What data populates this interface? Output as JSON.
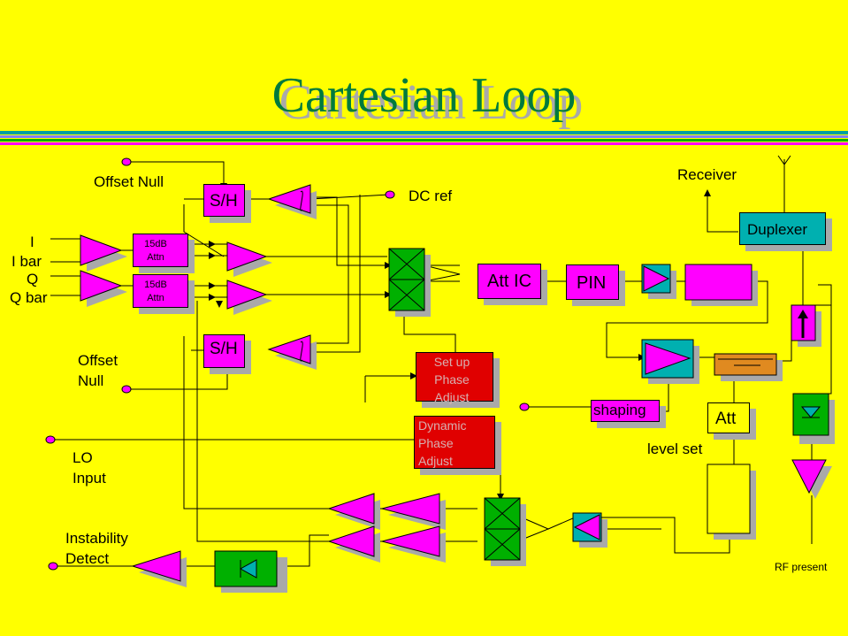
{
  "title": "Cartesian Loop",
  "labels": {
    "offset_null_top": "Offset Null",
    "i": "I",
    "i_bar": "I bar",
    "q": "Q",
    "q_bar": "Q bar",
    "offset_null_bottom": "Offset Null",
    "lo_input": "LO Input",
    "instability_detect": "Instability Detect",
    "receiver": "Receiver",
    "dc_ref": "DC ref",
    "level_set": "level set",
    "rf_present": "RF present"
  },
  "blocks": {
    "sh_top": "S/H",
    "sh_bottom": "S/H",
    "attn_top": "15dB Attn",
    "attn_bottom": "15dB Attn",
    "att_ic": "Att IC",
    "pin": "PIN",
    "duplexer": "Duplexer",
    "setup_phase": "Set up Phase Adjust",
    "dynamic_phase": "Dynamic Phase Adjust",
    "shaping": "shaping",
    "att": "Att"
  },
  "colors": {
    "background": "#FFFF00",
    "title": "#007a3d",
    "magenta": "#FF00FF",
    "green": "#00B000",
    "cyan": "#00B0B0",
    "red": "#E00000",
    "orange": "#E08A20"
  }
}
